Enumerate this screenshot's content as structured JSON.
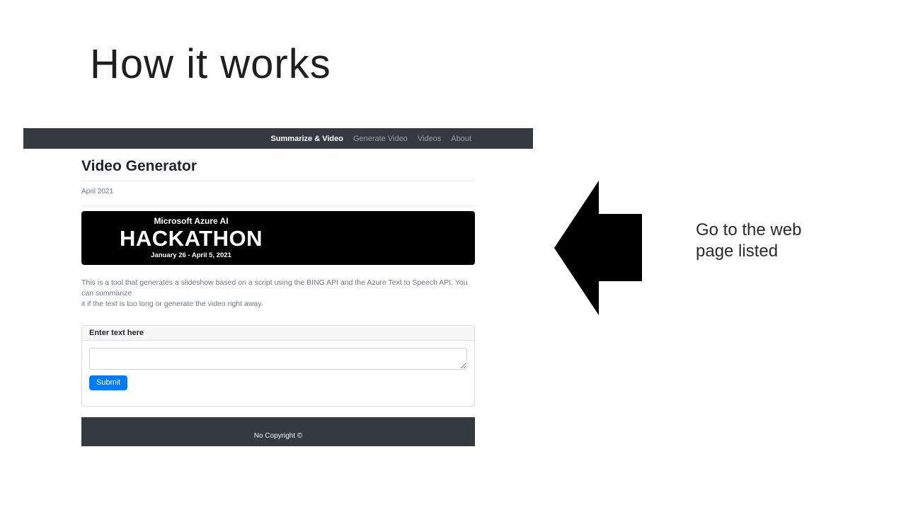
{
  "slide": {
    "title": "How it works",
    "caption_line1": "Go to the web",
    "caption_line2": "page listed"
  },
  "browser": {
    "navbar": {
      "brand": "Summarize & Video",
      "links": [
        "Generate Video",
        "Videos",
        "About"
      ]
    },
    "page": {
      "heading": "Video Generator",
      "date": "April 2021",
      "banner": {
        "line1": "Microsoft Azure AI",
        "line2": "HACKATHON",
        "line3": "January 26 - April 5, 2021"
      },
      "description_line1": "This is a tool that generates a slideshow based on a script using the BING API and the Azure Text to Speech API. You can summarize",
      "description_line2": "it if the text is too long or generate the video right away.",
      "form": {
        "header": "Enter text here",
        "textarea_value": "",
        "submit_label": "Submit"
      },
      "footer_text": "No Copyright ©"
    }
  },
  "colors": {
    "navbar_bg": "#343a40",
    "banner_bg": "#000000",
    "primary": "#007bff",
    "arrow": "#000000"
  }
}
